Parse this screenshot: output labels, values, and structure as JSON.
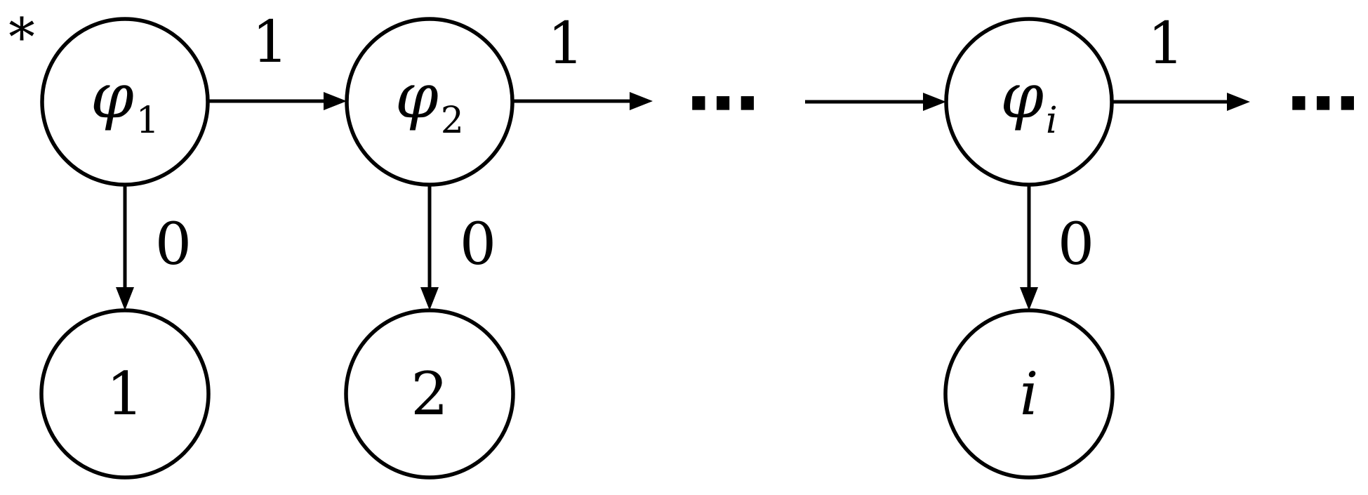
{
  "colors": {
    "ink": "#000000",
    "background": "#ffffff"
  },
  "diagram": {
    "description": "binary decision automaton chain",
    "start_marker": "*",
    "ellipsis": "⋯",
    "top_nodes": [
      {
        "base": "φ",
        "sub": "1"
      },
      {
        "base": "φ",
        "sub": "2"
      },
      {
        "base": "φ",
        "sub": "i"
      }
    ],
    "bottom_nodes": [
      {
        "label": "1"
      },
      {
        "label": "2"
      },
      {
        "label": "i"
      }
    ],
    "edge_labels": {
      "h1": "1",
      "h2": "1",
      "h3": "1",
      "v1": "0",
      "v2": "0",
      "v3": "0"
    }
  }
}
